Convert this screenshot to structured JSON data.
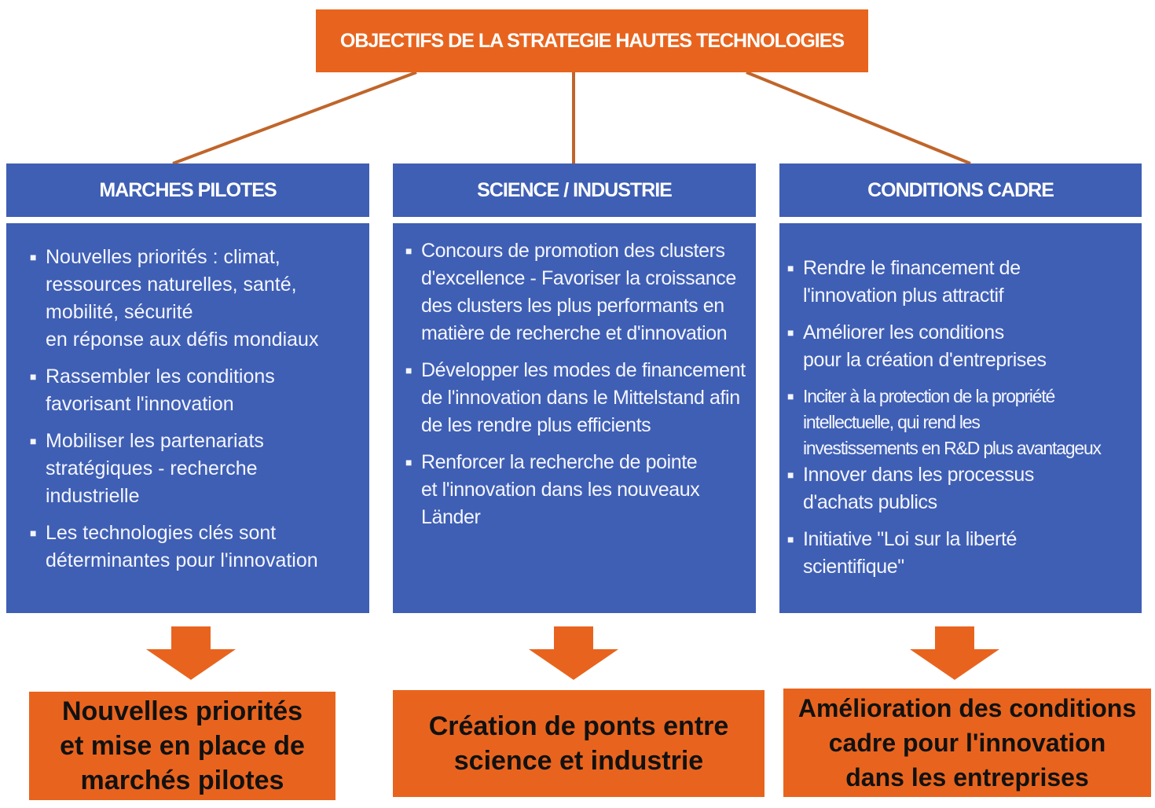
{
  "title": "OBJECTIFS DE LA STRATEGIE HAUTES TECHNOLOGIES",
  "colors": {
    "orange": "#e8641e",
    "blue": "#3f5fb4"
  },
  "columns": [
    {
      "header": "MARCHES PILOTES",
      "items": [
        "Nouvelles priorités : climat,\nressources naturelles, santé,\nmobilité, sécurité\nen réponse aux défis mondiaux",
        "Rassembler les conditions\nfavorisant l'innovation",
        "Mobiliser les partenariats\nstratégiques - recherche\nindustrielle",
        "Les technologies clés sont\ndéterminantes pour l'innovation"
      ],
      "outcome": "Nouvelles priorités\net mise en place de\nmarchés pilotes"
    },
    {
      "header": "SCIENCE / INDUSTRIE",
      "items": [
        "Concours de promotion des clusters\nd'excellence - Favoriser la croissance\ndes clusters les plus performants en\nmatière de recherche et d'innovation",
        "Développer les modes de financement\nde l'innovation dans le Mittelstand afin\nde les rendre plus efficients",
        "Renforcer la recherche de pointe\net l'innovation dans les nouveaux\nLänder"
      ],
      "outcome": "Création de ponts entre\nscience et industrie"
    },
    {
      "header": "CONDITIONS CADRE",
      "items": [
        "Rendre le financement de\nl'innovation plus attractif",
        "Améliorer les conditions\npour la création d'entreprises",
        "Inciter à la protection de la propriété\nintellectuelle, qui rend les\ninvestissements en R&D plus avantageux",
        "Innover dans les processus\nd'achats publics",
        "Initiative \"Loi sur la liberté\nscientifique\""
      ],
      "outcome": "Amélioration des conditions\ncadre pour l'innovation\ndans les entreprises"
    }
  ]
}
